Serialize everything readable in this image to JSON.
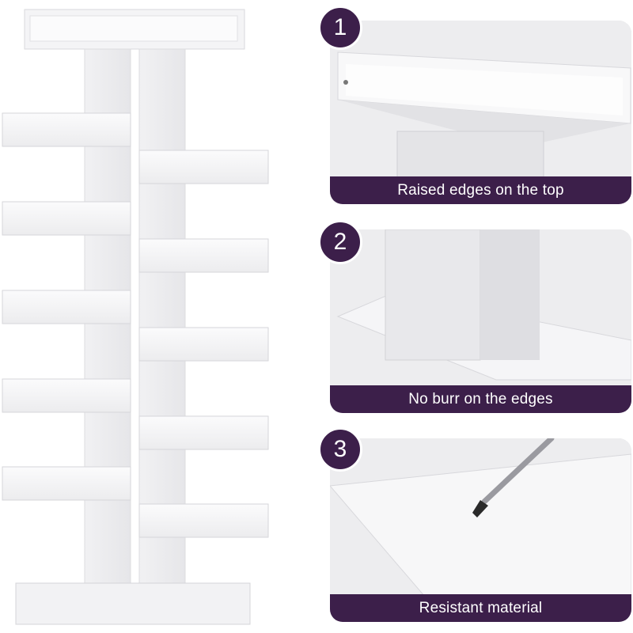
{
  "features": [
    {
      "number": "1",
      "caption": "Raised edges on the top"
    },
    {
      "number": "2",
      "caption": "No burr on the edges"
    },
    {
      "number": "3",
      "caption": "Resistant material"
    }
  ],
  "colors": {
    "badge_background": "#3c1f4a",
    "caption_background": "#3c1f4a",
    "text": "#ffffff",
    "shelf": "#f7f7f8"
  }
}
